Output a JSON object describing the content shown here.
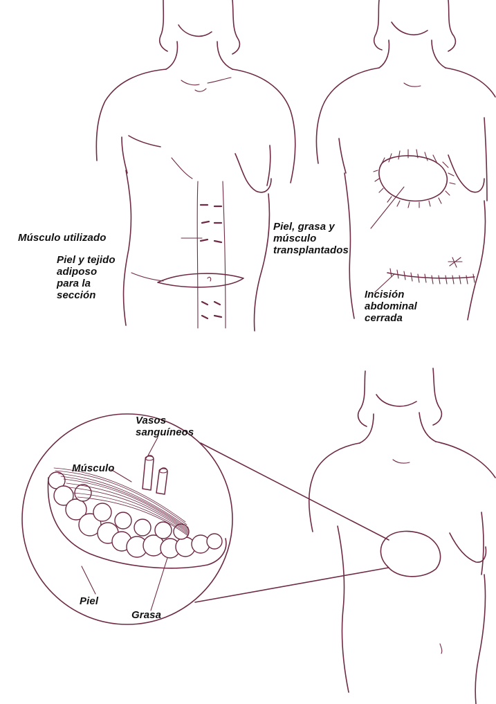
{
  "labels": {
    "musculo_utilizado": "Músculo utilizado",
    "piel_tejido": "Piel y tejido\nadiposo\npara la\nsección",
    "piel_grasa_musculo": "Piel, grasa y\nmúsculo\ntransplantados",
    "incision": "Incisión\nabdominal\ncerrada",
    "vasos": "Vasos\nsanguíneos",
    "musculo": "Músculo",
    "piel": "Piel",
    "grasa": "Grasa"
  },
  "colors": {
    "line": "#6e2a44",
    "text": "#111111",
    "background": "#ffffff"
  }
}
